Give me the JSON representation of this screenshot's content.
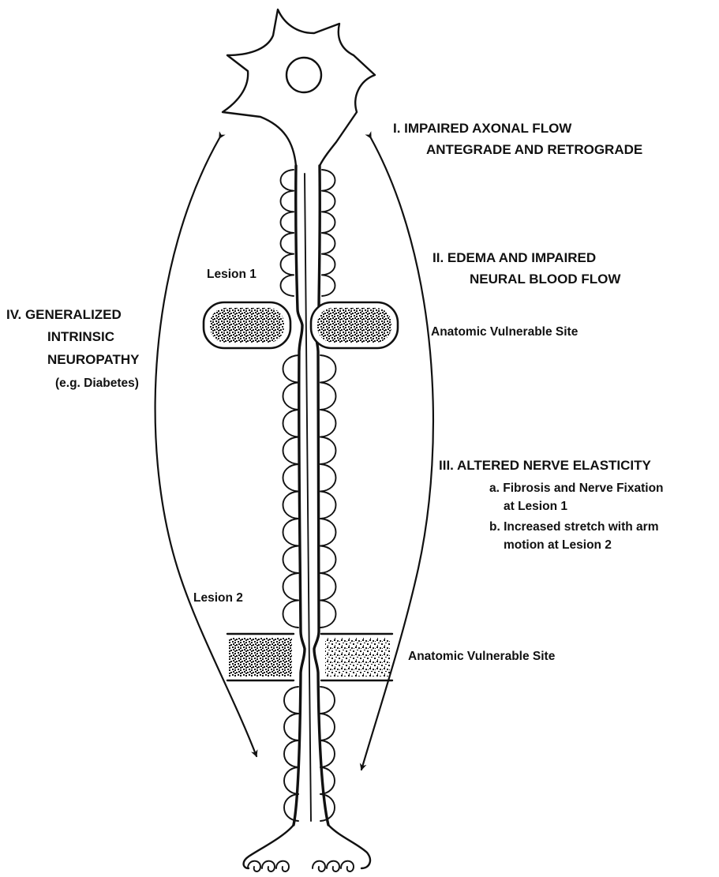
{
  "labels": {
    "impaired_axonal_flow": [
      "I. IMPAIRED AXONAL FLOW",
      "ANTEGRADE AND RETROGRADE"
    ],
    "edema": [
      "II. EDEMA AND IMPAIRED",
      "NEURAL BLOOD FLOW"
    ],
    "elasticity": [
      "III. ALTERED NERVE ELASTICITY",
      "a. Fibrosis and Nerve Fixation",
      "at Lesion 1",
      "b. Increased stretch with arm",
      "motion at Lesion 2"
    ],
    "neuropathy": [
      "IV. GENERALIZED",
      "INTRINSIC",
      "NEUROPATHY",
      "(e.g. Diabetes)"
    ],
    "lesion_1": "Lesion 1",
    "lesion_2": "Lesion 2",
    "site_upper": "Anatomic Vulnerable Site",
    "site_lower": "Anatomic Vulnerable Site"
  },
  "colors": {
    "ink": "#111111",
    "background": "#ffffff"
  }
}
